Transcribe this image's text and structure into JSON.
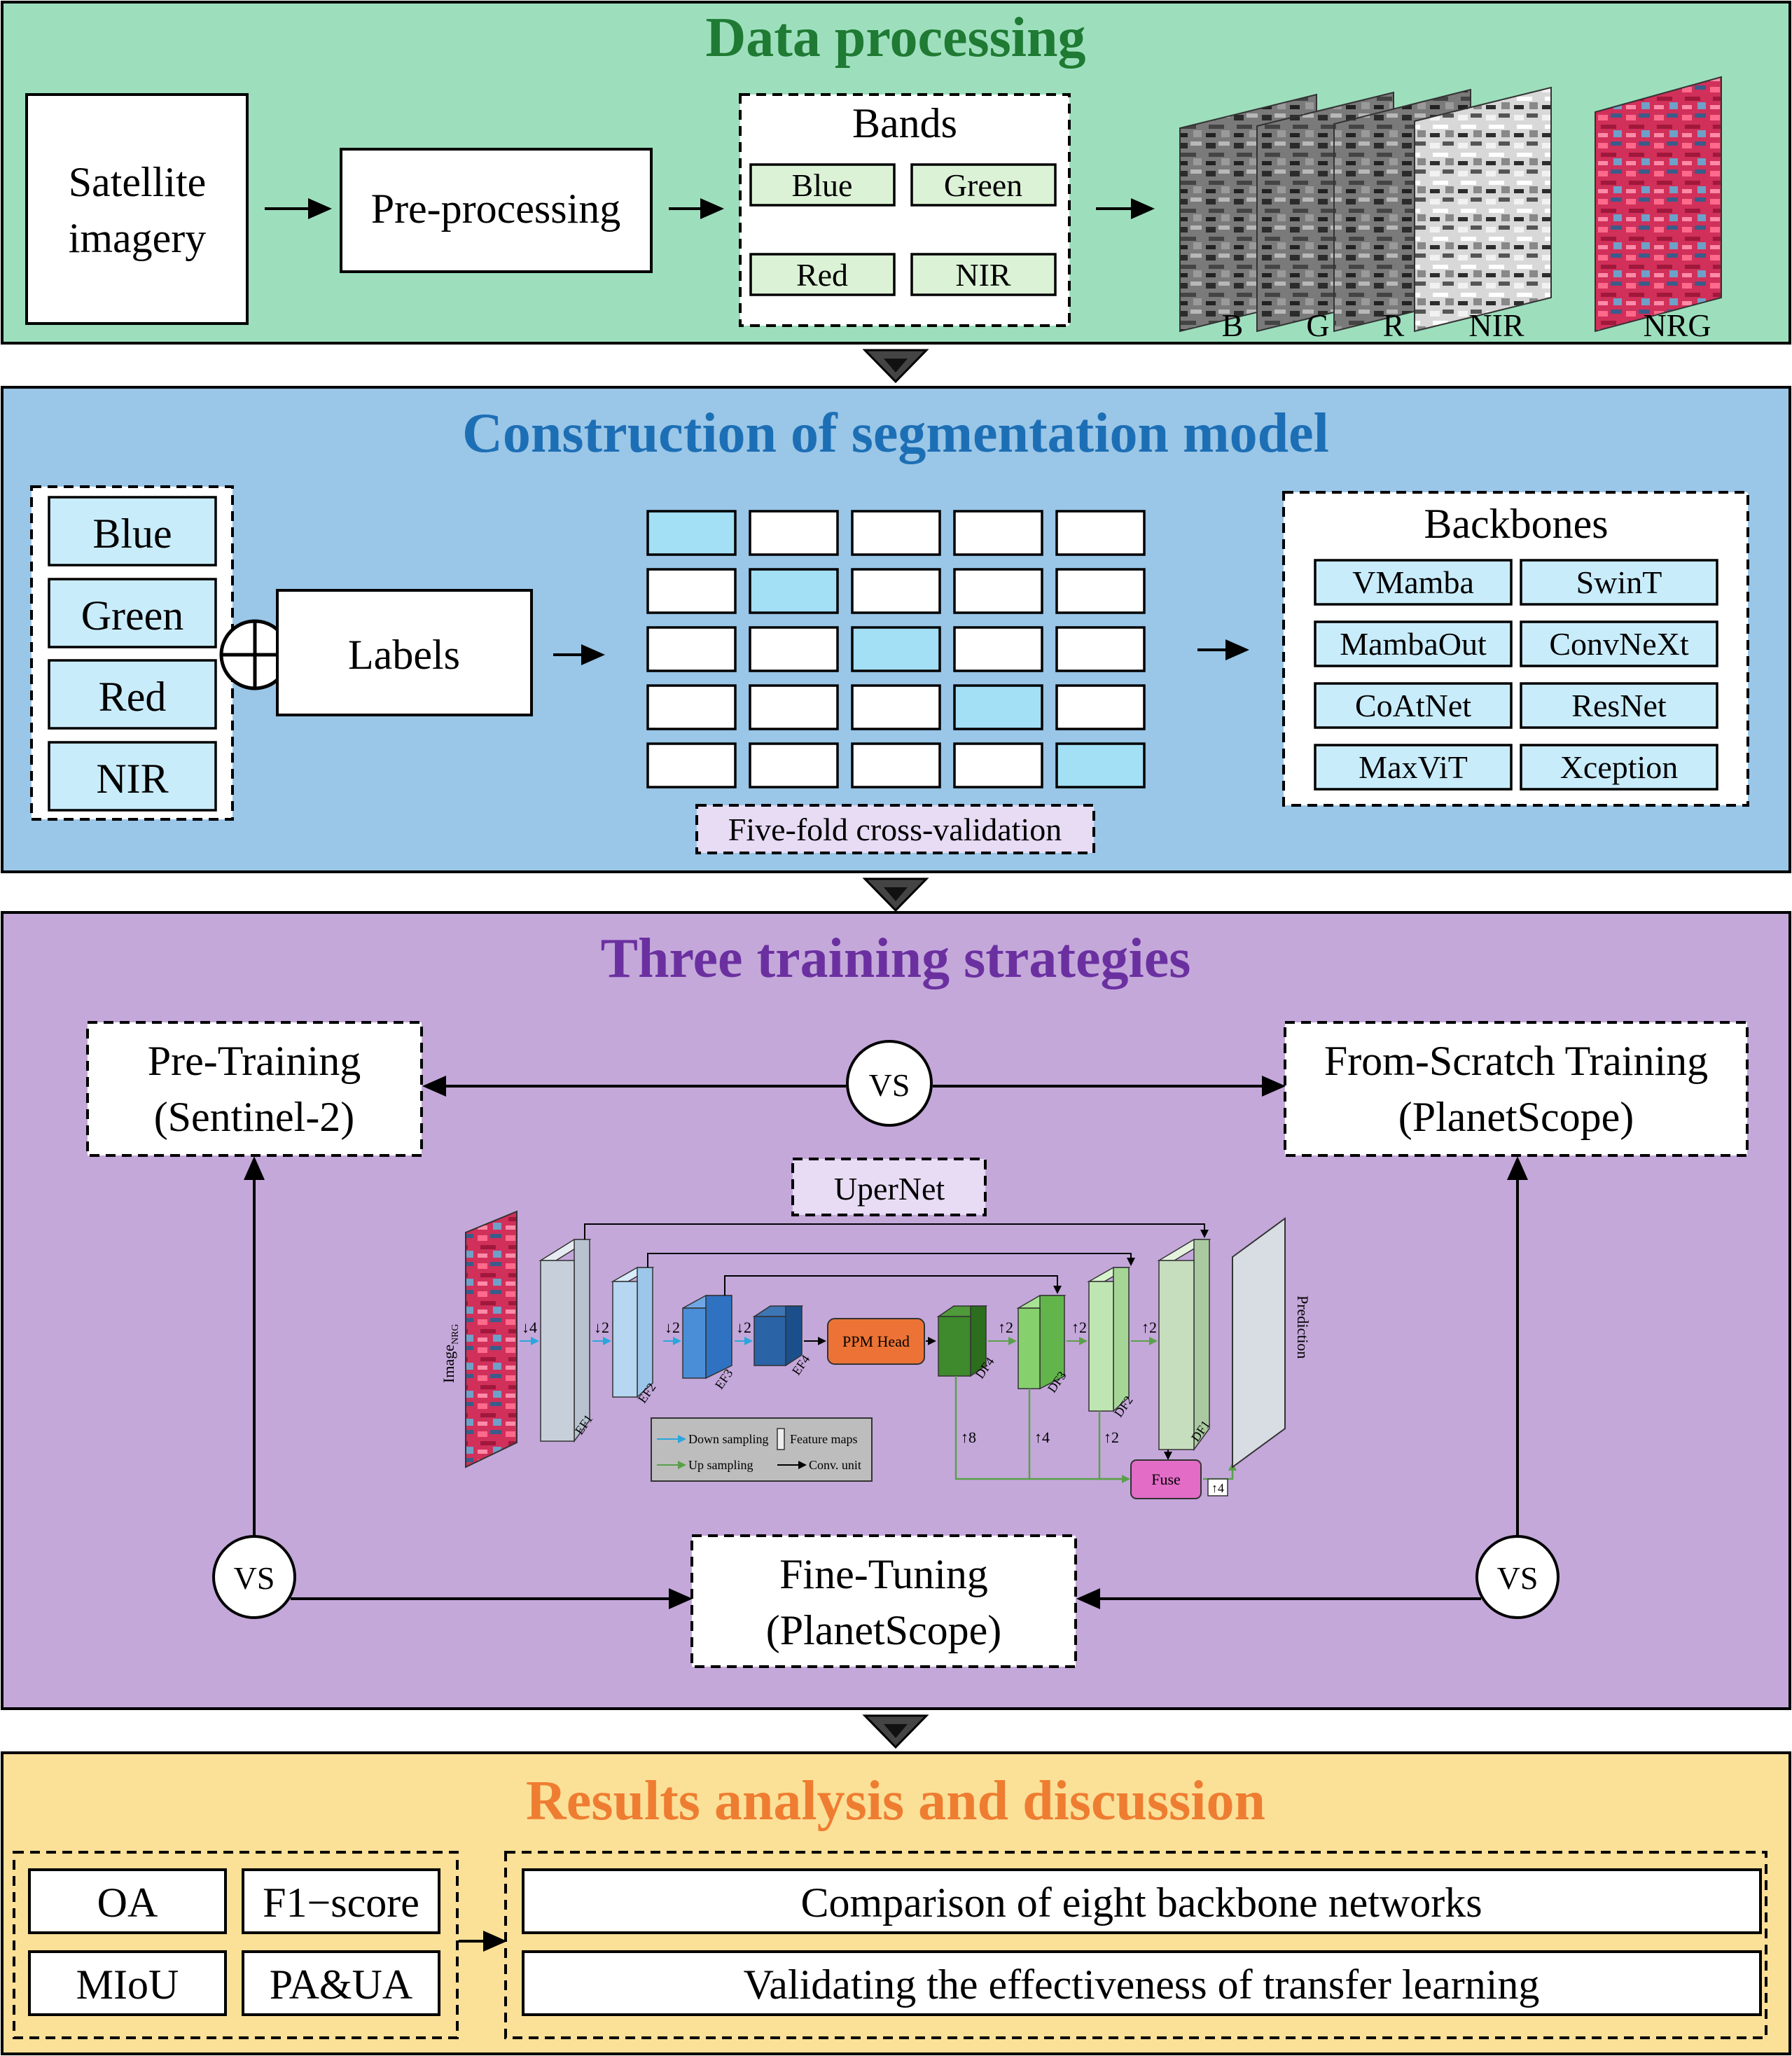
{
  "sections": {
    "data_processing": {
      "title": "Data processing",
      "title_color": "#1f7a33",
      "bg": "#9ddfbd",
      "satellite": [
        "Satellite",
        "imagery"
      ],
      "preprocessing": "Pre-processing",
      "bands_title": "Bands",
      "bands": [
        "Blue",
        "Green",
        "Red",
        "NIR"
      ],
      "image_labels": [
        "B",
        "G",
        "R",
        "NIR",
        "NRG"
      ]
    },
    "segmentation": {
      "title": "Construction of segmentation model",
      "title_color": "#1d6fb5",
      "bg": "#9ac6e7",
      "bands": [
        "Blue",
        "Green",
        "Red",
        "NIR"
      ],
      "labels": "Labels",
      "cv_label": "Five-fold  cross-validation",
      "backbones_title": "Backbones",
      "backbones": [
        "VMamba",
        "SwinT",
        "MambaOut",
        "ConvNeXt",
        "CoAtNet",
        "ResNet",
        "MaxViT",
        "Xception"
      ]
    },
    "training": {
      "title": "Three training strategies",
      "title_color": "#6b30a0",
      "bg": "#c4a8da",
      "pretraining": [
        "Pre-Training",
        "(Sentinel-2)"
      ],
      "scratch": [
        "From-Scratch Training",
        "(PlanetScope)"
      ],
      "finetune": [
        "Fine-Tuning",
        "(PlanetScope)"
      ],
      "vs": "VS",
      "upernet": "UperNet",
      "network": {
        "image_label": "Image",
        "image_sub": "NRG",
        "prediction": "Prediction",
        "ppm": "PPM Head",
        "fuse": "Fuse",
        "encoders": [
          "EF1",
          "EF2",
          "EF3",
          "EF4"
        ],
        "decoders": [
          "DF4",
          "DF3",
          "DF2",
          "DF1"
        ],
        "down_ops": [
          "↓4",
          "↓2",
          "↓2",
          "↓2"
        ],
        "up_ops": [
          "↑2",
          "↑2",
          "↑2"
        ],
        "fuse_ops": [
          "↑8",
          "↑4",
          "↑2",
          "↑4"
        ],
        "legend": [
          "Down sampling",
          "Feature maps",
          "Up sampling",
          "Conv. unit"
        ]
      }
    },
    "results": {
      "title": "Results analysis and discussion",
      "title_color": "#ee7d31",
      "bg": "#fbe098",
      "metrics": [
        "OA",
        "F1−score",
        "MIoU",
        "PA&UA"
      ],
      "analyses": [
        "Comparison of eight backbone networks",
        "Validating the effectiveness of transfer learning"
      ]
    }
  }
}
